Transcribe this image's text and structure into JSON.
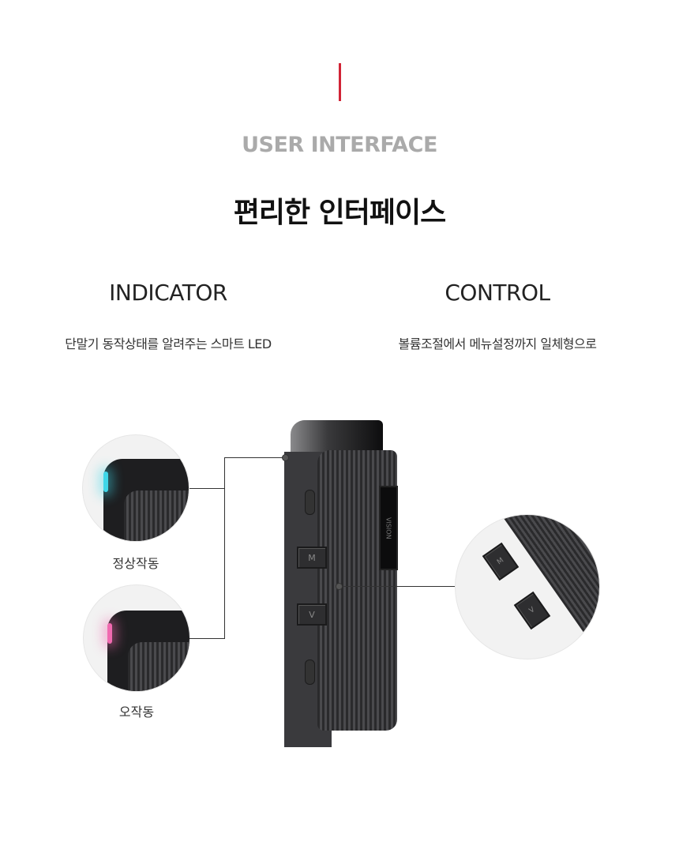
{
  "header": {
    "eyebrow": "USER INTERFACE",
    "title": "편리한 인터페이스",
    "accent_color": "#d12436"
  },
  "features": [
    {
      "title": "INDICATOR",
      "description": "단말기 동작상태를 알려주는 스마트 LED"
    },
    {
      "title": "CONTROL",
      "description": "볼륨조절에서 메뉴설정까지 일체형으로"
    }
  ],
  "indicator_states": [
    {
      "label": "정상작동",
      "led_color": "#3fd6e8"
    },
    {
      "label": "오작동",
      "led_color": "#f06ab0"
    }
  ],
  "device": {
    "button_m": "M",
    "button_v": "V",
    "brand_mark": "VISION"
  }
}
